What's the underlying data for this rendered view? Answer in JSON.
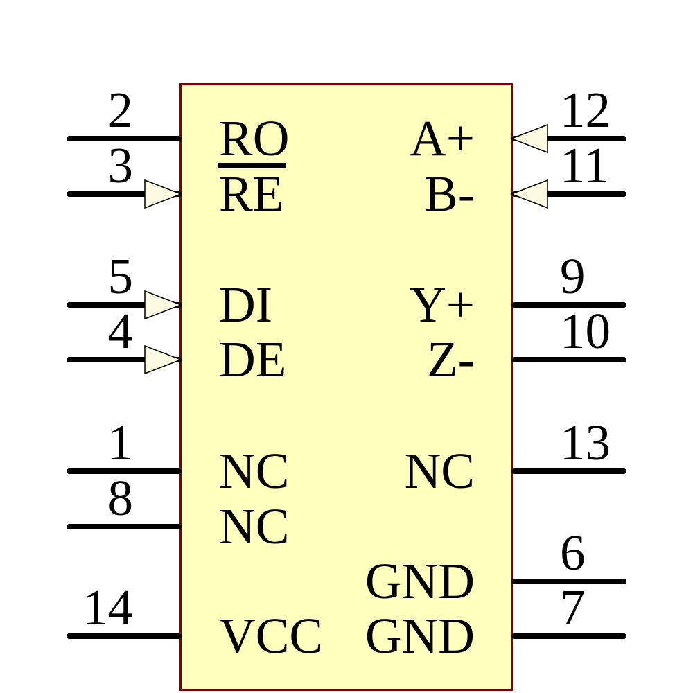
{
  "colors": {
    "body_fill": "#FFFFBE",
    "body_border": "#800000",
    "pin_line": "#000000",
    "text": "#000000",
    "arrow_fill": "#FCFAE0"
  },
  "pins": {
    "left": [
      {
        "number": "2",
        "label": "RO"
      },
      {
        "number": "3",
        "label": "RE"
      },
      {
        "number": "5",
        "label": "DI"
      },
      {
        "number": "4",
        "label": "DE"
      },
      {
        "number": "1",
        "label": "NC"
      },
      {
        "number": "8",
        "label": "NC"
      },
      {
        "number": "14",
        "label": "VCC"
      }
    ],
    "right": [
      {
        "number": "12",
        "label": "A+"
      },
      {
        "number": "11",
        "label": "B-"
      },
      {
        "number": "9",
        "label": "Y+"
      },
      {
        "number": "10",
        "label": "Z-"
      },
      {
        "number": "13",
        "label": "NC"
      },
      {
        "number": "6",
        "label": "GND"
      },
      {
        "number": "7",
        "label": "GND"
      }
    ]
  }
}
